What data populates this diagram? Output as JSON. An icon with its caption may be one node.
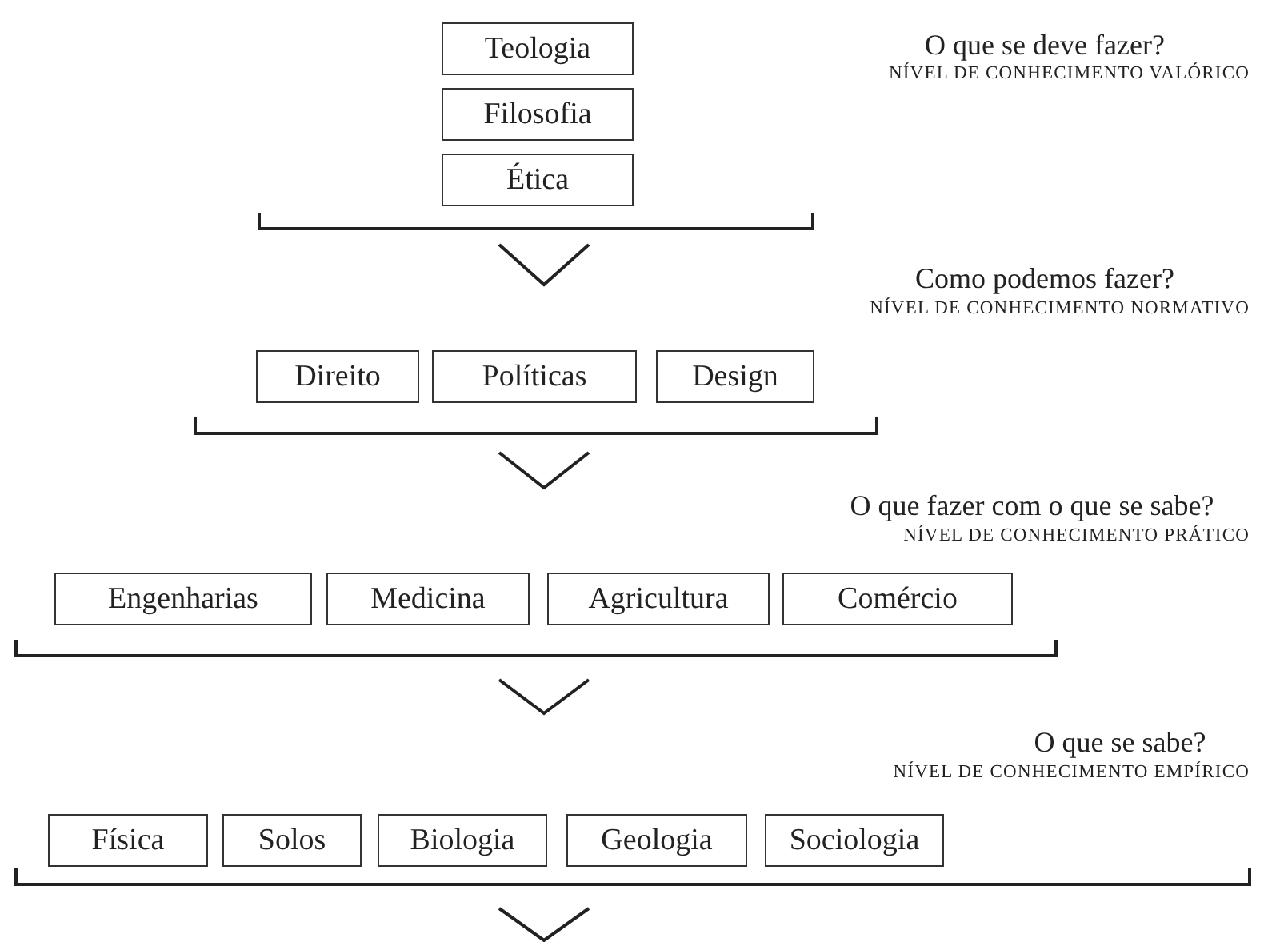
{
  "diagram": {
    "nodes": [
      {
        "text": [
          "Teologia"
        ]
      },
      {
        "text": [
          "Filosofia"
        ]
      },
      {
        "text": [
          "Ética"
        ]
      },
      {
        "text": [
          "Direito"
        ]
      },
      {
        "text": [
          "Políticas"
        ]
      },
      {
        "text": [
          "Design"
        ]
      },
      {
        "text": [
          "Engenharias"
        ]
      },
      {
        "text": [
          "Medicina"
        ]
      },
      {
        "text": [
          "Agricultura"
        ]
      },
      {
        "text": [
          "Comércio"
        ]
      },
      {
        "text": [
          "Física"
        ]
      },
      {
        "text": [
          "Solos"
        ]
      },
      {
        "text": [
          "Biologia"
        ]
      },
      {
        "text": [
          "Geologia"
        ]
      },
      {
        "text": [
          "Sociologia"
        ]
      }
    ],
    "edges": [],
    "labels": [
      "O que se deve fazer?",
      "NÍVEL DE CONHECIMENTO VALÓRICO",
      "Como podemos fazer?",
      "NÍVEL DE CONHECIMENTO NORMATIVO",
      "O que fazer com o que se sabe?",
      "NÍVEL DE CONHECIMENTO PRÁTICO",
      "O que se sabe?",
      "NÍVEL DE CONHECIMENTO EMPÍRICO"
    ]
  }
}
